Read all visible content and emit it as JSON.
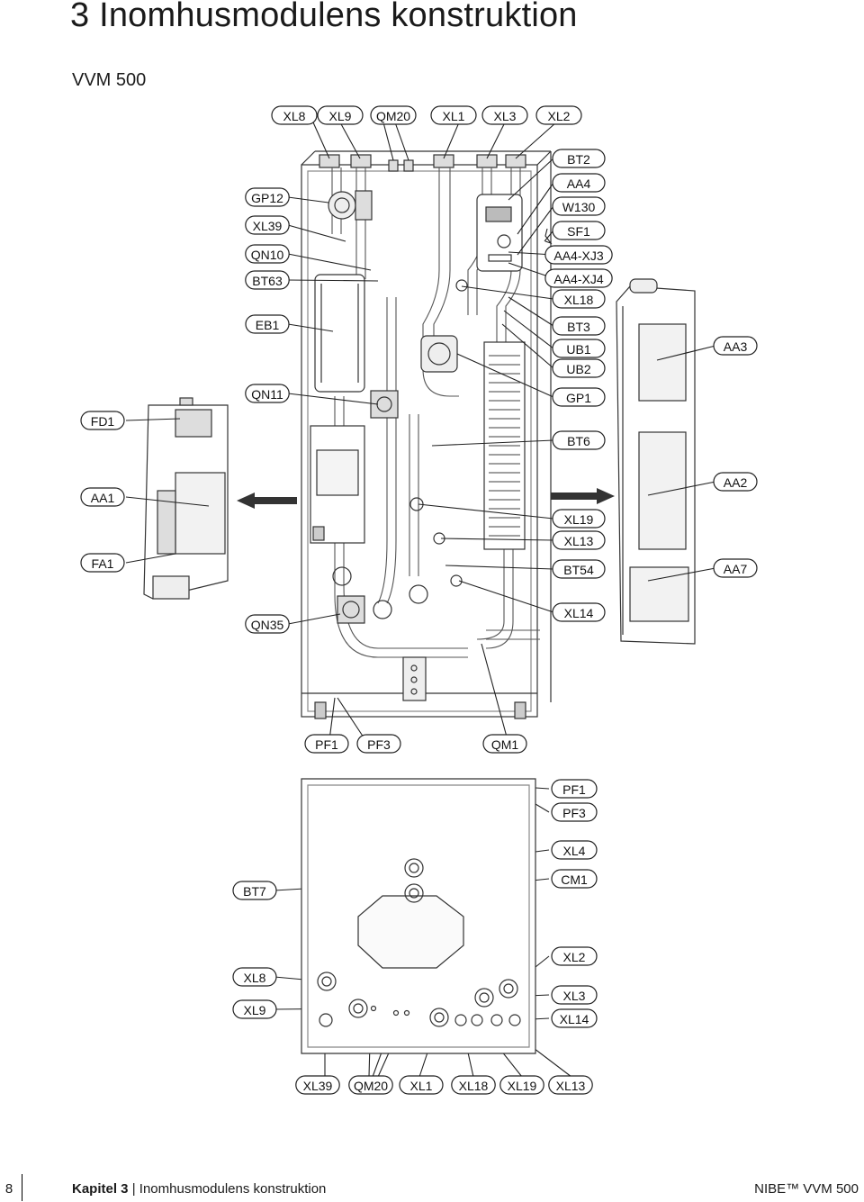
{
  "page": {
    "title": "3 Inomhusmodulens konstruktion",
    "subtitle": "VVM 500"
  },
  "top_labels": [
    "XL8",
    "XL9",
    "QM20",
    "XL1",
    "XL3",
    "XL2"
  ],
  "left_labels": [
    "GP12",
    "XL39",
    "QN10",
    "BT63",
    "EB1",
    "QN11",
    "QN35"
  ],
  "right_labels": [
    "BT2",
    "AA4",
    "W130",
    "SF1",
    "AA4-XJ3",
    "AA4-XJ4",
    "XL18",
    "BT3",
    "UB1",
    "UB2",
    "GP1",
    "BT6",
    "XL19",
    "XL13",
    "BT54",
    "XL14"
  ],
  "side_left_labels": [
    "FD1",
    "AA1",
    "FA1"
  ],
  "side_right_labels": [
    "AA3",
    "AA2",
    "AA7"
  ],
  "base_labels": [
    "PF1",
    "PF3",
    "QM1"
  ],
  "bottom_right_labels": [
    "PF1",
    "PF3",
    "XL4",
    "CM1",
    "XL2",
    "XL3",
    "XL14"
  ],
  "bottom_left_labels": [
    "BT7",
    "XL8",
    "XL9"
  ],
  "bottom_row_labels": [
    "XL39",
    "QM20",
    "XL1",
    "XL18",
    "XL19",
    "XL13"
  ],
  "footer": {
    "page_number": "8",
    "chapter_bold": "Kapitel 3",
    "chapter_separator": "|",
    "chapter_text": "Inomhusmodulens konstruktion",
    "product": "NIBE™ VVM 500"
  }
}
